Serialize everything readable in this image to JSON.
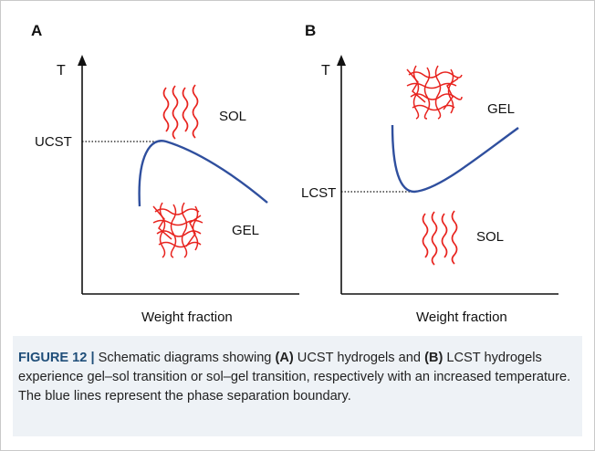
{
  "panels": {
    "a": {
      "label": "A",
      "y_axis": "T",
      "x_axis": "Weight fraction",
      "critical_label": "UCST",
      "upper_region": "SOL",
      "lower_region": "GEL"
    },
    "b": {
      "label": "B",
      "y_axis": "T",
      "x_axis": "Weight fraction",
      "critical_label": "LCST",
      "upper_region": "GEL",
      "lower_region": "SOL"
    }
  },
  "colors": {
    "boundary": "#2f4f9e",
    "polymer": "#e8231e",
    "caption_bg": "#eef2f6",
    "figure_label": "#1f4e79"
  },
  "icons": [
    "polymer-chains-sol-icon",
    "polymer-network-gel-icon"
  ],
  "caption": {
    "figure_label": "FIGURE 12 |",
    "t1": " Schematic diagrams showing ",
    "b1": "(A)",
    "t2": " UCST hydrogels and ",
    "b2": "(B)",
    "t3": " LCST hydrogels experience gel–sol transition or sol–gel transition, respectively with an increased temperature. The blue lines represent the phase separation boundary."
  }
}
